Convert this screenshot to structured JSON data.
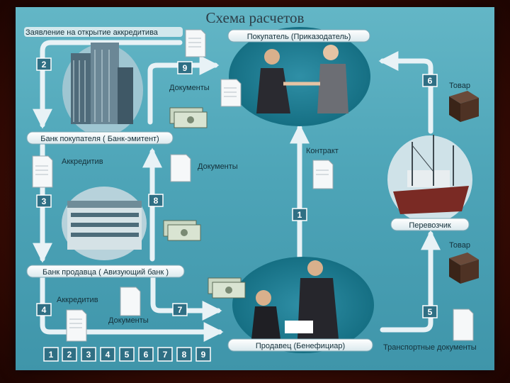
{
  "title": "Схема расчетов",
  "labels": {
    "application": "Заявление на открытие аккредитива",
    "buyer": "Покупатель (Приказодатель)",
    "buyer_bank": "Банк покупателя ( Банк-эмитент)",
    "seller_bank": "Банк продавца ( Авизующий банк )",
    "seller": "Продавец (Бенефициар)",
    "carrier": "Перевозчик",
    "contract": "Контракт",
    "transport_docs": "Транспортные документы"
  },
  "captions": {
    "documents_top": "Документы",
    "documents_mid": "Документы",
    "documents_bottom": "Документы",
    "letter_of_credit_left": "Аккредитив",
    "letter_of_credit_bottom": "Аккредитив",
    "goods_top": "Товар",
    "goods_bottom": "Товар"
  },
  "step_badges": [
    "1",
    "2",
    "3",
    "4",
    "5",
    "6",
    "7",
    "8",
    "9"
  ],
  "timeline": [
    "1",
    "2",
    "3",
    "4",
    "5",
    "6",
    "7",
    "8",
    "9"
  ],
  "colors": {
    "background": "#4ea5b8",
    "arrow": "#e8f2f6",
    "badge": "#2f6f84",
    "frame": "#3a0c05"
  }
}
